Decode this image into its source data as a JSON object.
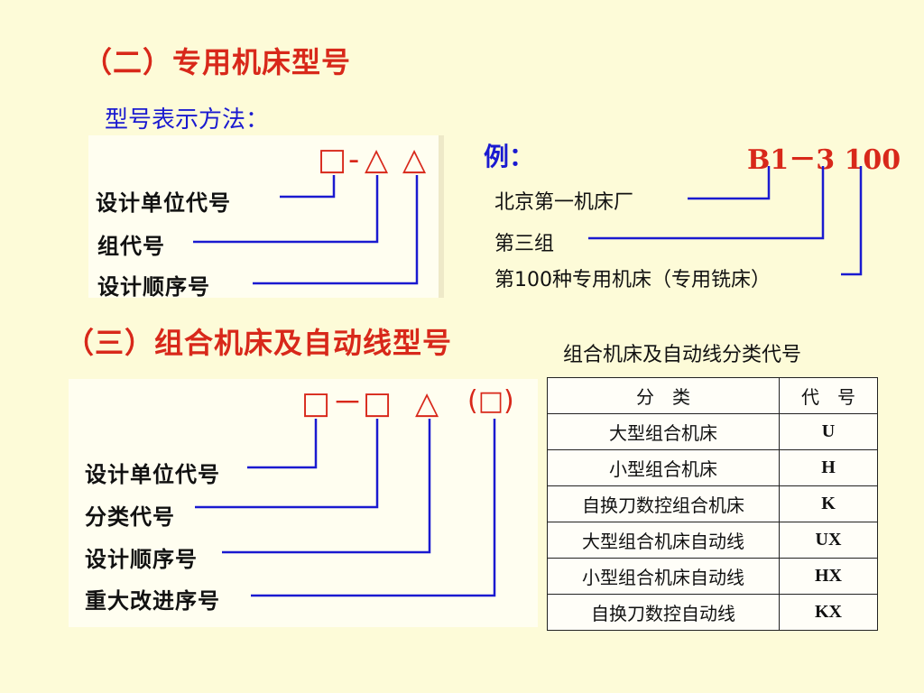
{
  "section2": {
    "title": "（二）专用机床型号",
    "method_label": "型号表示方法：",
    "symbols": [
      "□",
      "-",
      "△",
      "△"
    ],
    "labels": [
      "设计单位代号",
      "组代号",
      "设计顺序号"
    ]
  },
  "example": {
    "prefix": "例：",
    "code_parts": [
      "B1",
      "－",
      "3",
      "100"
    ],
    "lines": [
      "北京第一机床厂",
      "第三组",
      "第100种专用机床（专用铣床）"
    ]
  },
  "section3": {
    "title": "（三）组合机床及自动线型号",
    "symbols": [
      "□",
      "－",
      "□",
      "△",
      "(□)"
    ],
    "labels": [
      "设计单位代号",
      "分类代号",
      "设计顺序号",
      "重大改进序号"
    ]
  },
  "table": {
    "caption": "组合机床及自动线分类代号",
    "headers": [
      "分　类",
      "代　号"
    ],
    "rows": [
      {
        "name": "大型组合机床",
        "code": "U"
      },
      {
        "name": "小型组合机床",
        "code": "H"
      },
      {
        "name": "自换刀数控组合机床",
        "code": "K"
      },
      {
        "name": "大型组合机床自动线",
        "code": "UX"
      },
      {
        "name": "小型组合机床自动线",
        "code": "HX"
      },
      {
        "name": "自换刀数控自动线",
        "code": "KX"
      }
    ]
  },
  "colors": {
    "heading": "#d8281a",
    "line": "#1a1ad0",
    "background": "#fdfbd8"
  }
}
